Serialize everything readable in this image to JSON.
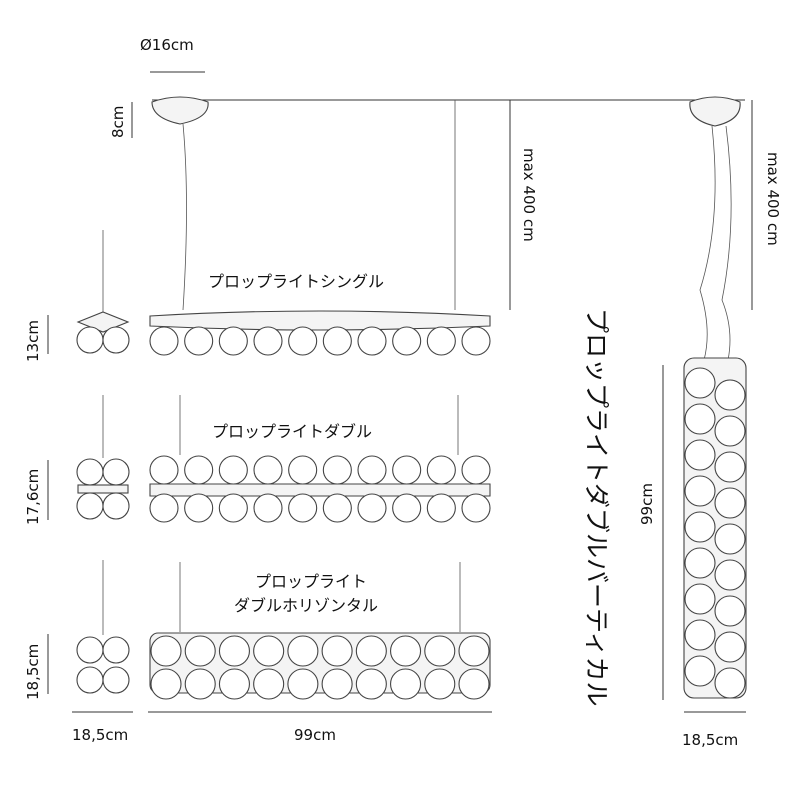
{
  "dimensions": {
    "diameter": "Ø16cm",
    "canopy_height": "8cm",
    "cable_max_left": "max 400 cm",
    "cable_max_right": "max 400 cm",
    "single_height": "13cm",
    "double_height": "17,6cm",
    "horizontal_height": "18,5cm",
    "side_width": "18,5cm",
    "length": "99cm",
    "vertical_length": "99cm",
    "vertical_width": "18,5cm"
  },
  "products": {
    "single": "プロップライトシングル",
    "double": "プロップライトダブル",
    "horizontal_line1": "プロップライト",
    "horizontal_line2": "ダブルホリゾンタル",
    "vertical": "プロップライトダブルバーティカル"
  }
}
